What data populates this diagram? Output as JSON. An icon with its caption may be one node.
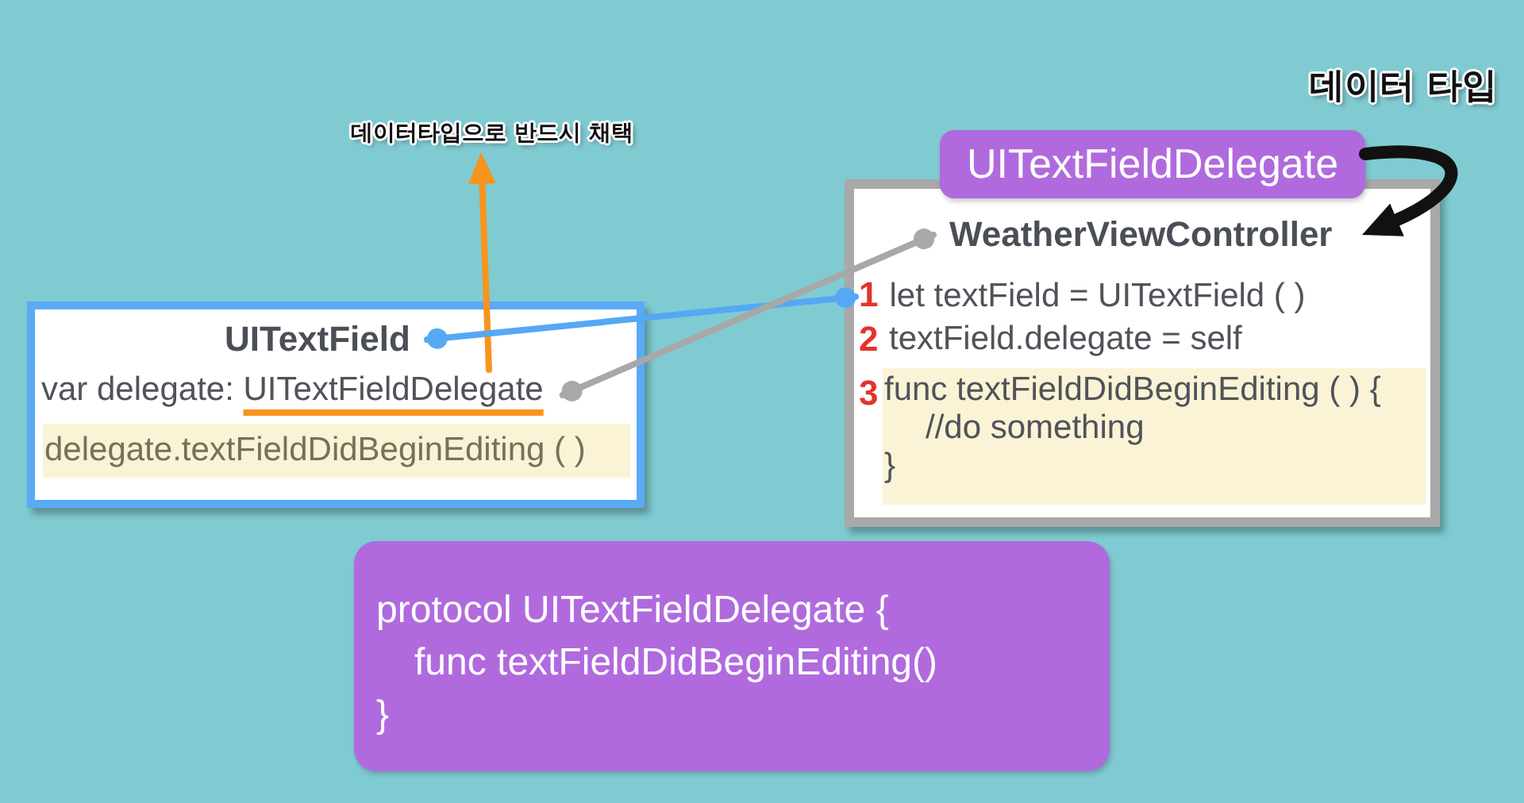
{
  "diagram": {
    "nodes": [
      {
        "text": [
          "데이터타입으로 반드시 채택"
        ]
      },
      {
        "text": [
          "UITextFieldDelegate"
        ]
      },
      {
        "text": [
          "textField.delegate = self"
        ]
      },
      {
        "text": [
          "WeatherViewController"
        ],
        "in": 2
      },
      {
        "text": [
          "let textField = UITextField ( )"
        ],
        "in": 2,
        "beside": [
          "1"
        ]
      },
      {
        "text": [
          "func textFieldDidBeginEditing ( ) {",
          "//do something",
          "}"
        ],
        "in": 2,
        "beside": [
          "3"
        ]
      },
      {
        "text": [],
        "shape": "box"
      },
      {
        "text": [
          "UITextField"
        ],
        "in": 6
      },
      {
        "text": [
          "var delegate:",
          "UITextFieldDelegate"
        ],
        "in": 6
      },
      {
        "text": [
          "delegate.textFieldDidBeginEditing ( )"
        ],
        "in": 6
      },
      {
        "text": [
          "protocol UITextFieldDelegate {",
          "func textFieldDidBeginEditing()",
          "}"
        ]
      }
    ],
    "edges": [
      {
        "from": 8,
        "to": 0,
        "arrow": "to",
        "color": "#f7941d"
      },
      {
        "from": 7,
        "to": 4,
        "arrow": "other",
        "color": "#56a8f4"
      },
      {
        "from": 8,
        "to": 3,
        "arrow": "other",
        "color": "#a8a8a8"
      },
      {
        "from": 1,
        "to": 3,
        "arrow": "to",
        "label": "데이터 타입",
        "style": "thick",
        "color": "#111111"
      }
    ],
    "labels": [
      "2"
    ]
  }
}
